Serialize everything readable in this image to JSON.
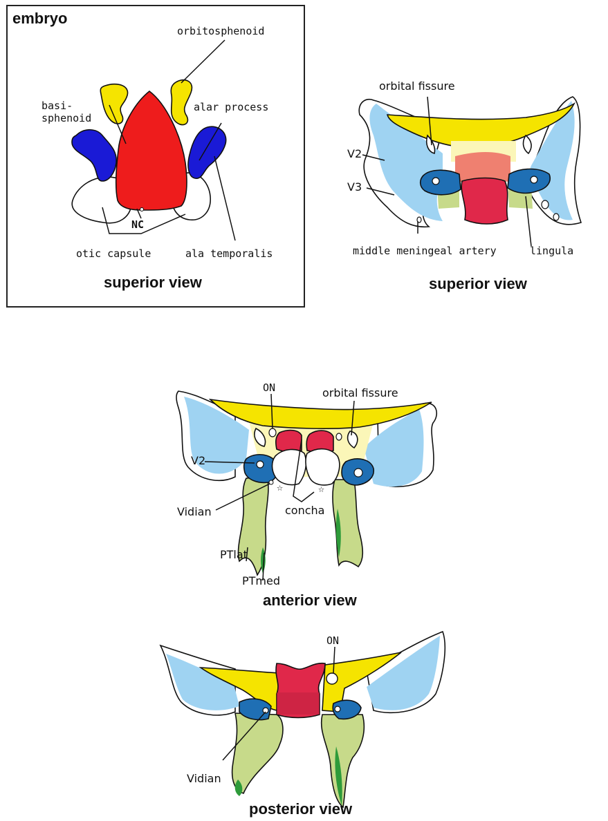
{
  "colors": {
    "yellow": "#f5e400",
    "pale_yellow": "#fbf6b8",
    "red": "#ee1c1c",
    "crimson": "#e0284a",
    "salmon": "#ef8070",
    "dark_blue": "#1a1ad6",
    "mid_blue": "#1f6fb4",
    "light_blue": "#9fd3f2",
    "olive": "#c7da8a",
    "green": "#2e9b3a"
  },
  "panel_embryo": {
    "corner_label": "embryo",
    "labels": {
      "orbitosphenoid": "orbitosphenoid",
      "basisphenoid_1": "basi-",
      "basisphenoid_2": "sphenoid",
      "alar_process": "alar process",
      "nc": "NC",
      "otic_capsule": "otic capsule",
      "ala_temporalis": "ala temporalis"
    },
    "view": "superior view"
  },
  "panel_superior": {
    "labels": {
      "orbital_fissure": "orbital fissure",
      "v2": "V2",
      "v3": "V3",
      "middle_meningeal": "middle meningeal artery",
      "lingula": "lingula"
    },
    "view": "superior view"
  },
  "panel_anterior": {
    "labels": {
      "on": "ON",
      "orbital_fissure": "orbital fissure",
      "v2": "V2",
      "vidian": "Vidian",
      "concha": "concha",
      "ptlat": "PTlat",
      "ptmed": "PTmed"
    },
    "star": "☆",
    "view": "anterior view"
  },
  "panel_posterior": {
    "labels": {
      "on": "ON",
      "vidian": "Vidian"
    },
    "view": "posterior view"
  }
}
